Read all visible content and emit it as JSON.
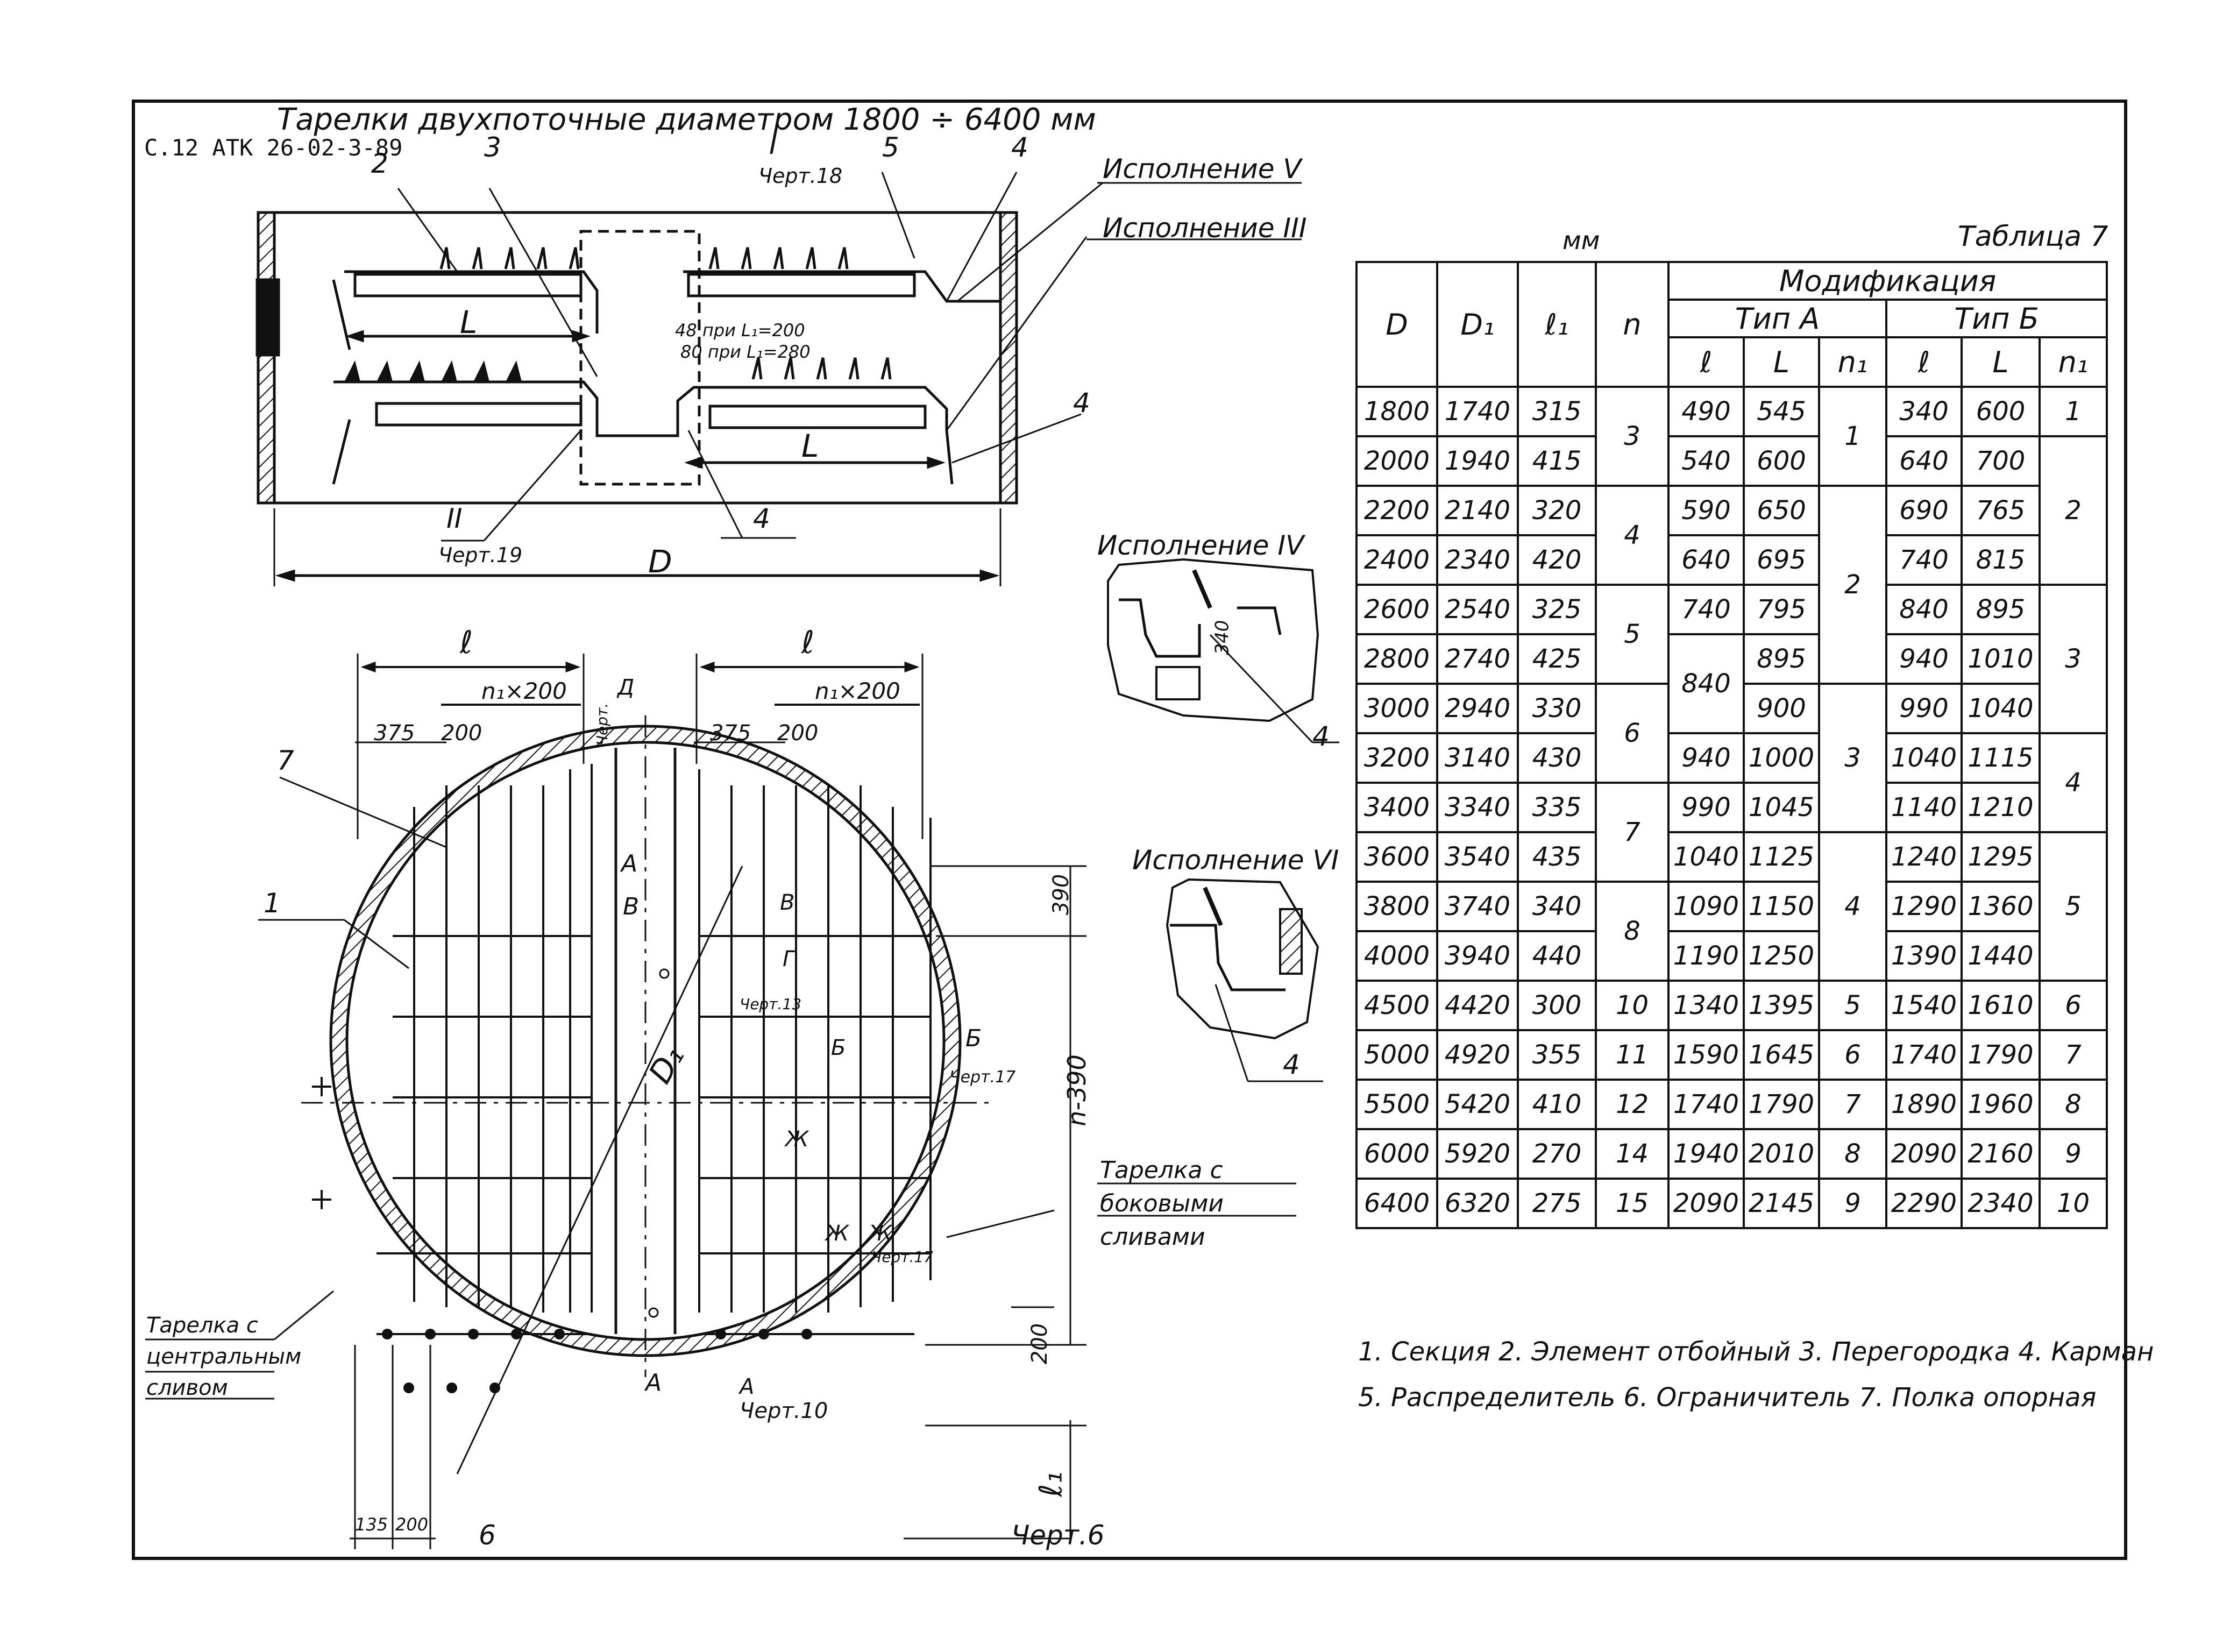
{
  "header": {
    "title": "Тарелки двухпоточные диаметром 1800 ÷ 6400 мм",
    "code": "С.12 АТК 26-02-3-89"
  },
  "drawing": {
    "callouts": {
      "n1": "1",
      "n2": "2",
      "n3": "3",
      "n4a": "4",
      "n4b": "4",
      "n4c": "4",
      "n5": "5",
      "n6": "6",
      "n7": "7",
      "sec_I": "I",
      "sec_I_ref": "Черт.18",
      "sec_II": "II",
      "sec_II_ref": "Черт.19"
    },
    "dims": {
      "L_top": "L",
      "L_bottom": "L",
      "D": "D",
      "D1": "D₁",
      "l_left": "ℓ",
      "l_right": "ℓ",
      "n1x200_left": "n₁×200",
      "n1x200_right": "n₁×200",
      "d375_left": "375",
      "d200_left": "200",
      "d375_right": "375",
      "d200_right": "200",
      "d390": "390",
      "n390": "n-390",
      "d200_v": "200",
      "l1": "ℓ₁",
      "d135": "135",
      "d200_b": "200",
      "d340": "340",
      "note48": "48 при L₁=200",
      "note80": "80 при L₁=280"
    },
    "views": {
      "isp_V": "Исполнение V",
      "isp_III": "Исполнение III",
      "isp_IV": "Исполнение IV",
      "isp_VI": "Исполнение VI",
      "isp_IV_callout": "4",
      "isp_VI_callout": "4"
    },
    "markers": {
      "A_top": "А",
      "B_top": "В",
      "A_bottom": "А",
      "B_cherte": "В",
      "G": "Г",
      "cherte13": "Черт.13",
      "B_mark": "Б",
      "B_cherte17": "Черт.17",
      "Zh": "Ж",
      "ZhD": "Д",
      "A_cherte10_a": "А",
      "A_cherte10_b": "Черт.10",
      "cherte17_b": "Черт.17",
      "D_mark": "Д",
      "cherte_D": "Черт.",
      "zh": "Ж",
      "zh1": "Ж"
    },
    "notes": {
      "tarelka_central": "Тарелка с центральным сливом",
      "tarelka_bokovye": "Тарелка с боковыми сливами",
      "cherte6": "Черт.6"
    }
  },
  "table": {
    "unit": "мм",
    "caption": "Таблица 7",
    "headers": {
      "D": "D",
      "D1": "D₁",
      "l1": "ℓ₁",
      "n": "n",
      "modification": "Модификация",
      "typeA": "Тип А",
      "typeB": "Тип Б",
      "l": "ℓ",
      "L": "L",
      "n1": "n₁"
    },
    "rows": [
      {
        "D": "1800",
        "D1": "1740",
        "l1": "315",
        "lA": "490",
        "LA": "545",
        "lB": "340",
        "LB": "600"
      },
      {
        "D": "2000",
        "D1": "1940",
        "l1": "415",
        "lA": "540",
        "LA": "600",
        "lB": "640",
        "LB": "700"
      },
      {
        "D": "2200",
        "D1": "2140",
        "l1": "320",
        "lA": "590",
        "LA": "650",
        "lB": "690",
        "LB": "765"
      },
      {
        "D": "2400",
        "D1": "2340",
        "l1": "420",
        "lA": "640",
        "LA": "695",
        "lB": "740",
        "LB": "815"
      },
      {
        "D": "2600",
        "D1": "2540",
        "l1": "325",
        "lA": "740",
        "LA": "795",
        "lB": "840",
        "LB": "895"
      },
      {
        "D": "2800",
        "D1": "2740",
        "l1": "425",
        "lA": "",
        "LA": "895",
        "lB": "940",
        "LB": "1010"
      },
      {
        "D": "3000",
        "D1": "2940",
        "l1": "330",
        "lA": "",
        "LA": "900",
        "lB": "990",
        "LB": "1040"
      },
      {
        "D": "3200",
        "D1": "3140",
        "l1": "430",
        "lA": "940",
        "LA": "1000",
        "lB": "1040",
        "LB": "1115"
      },
      {
        "D": "3400",
        "D1": "3340",
        "l1": "335",
        "lA": "990",
        "LA": "1045",
        "lB": "1140",
        "LB": "1210"
      },
      {
        "D": "3600",
        "D1": "3540",
        "l1": "435",
        "lA": "1040",
        "LA": "1125",
        "lB": "1240",
        "LB": "1295"
      },
      {
        "D": "3800",
        "D1": "3740",
        "l1": "340",
        "lA": "1090",
        "LA": "1150",
        "lB": "1290",
        "LB": "1360"
      },
      {
        "D": "4000",
        "D1": "3940",
        "l1": "440",
        "lA": "1190",
        "LA": "1250",
        "lB": "1390",
        "LB": "1440"
      },
      {
        "D": "4500",
        "D1": "4420",
        "l1": "300",
        "n": "10",
        "lA": "1340",
        "LA": "1395",
        "n1A": "5",
        "lB": "1540",
        "LB": "1610",
        "n1B": "6"
      },
      {
        "D": "5000",
        "D1": "4920",
        "l1": "355",
        "n": "11",
        "lA": "1590",
        "LA": "1645",
        "n1A": "6",
        "lB": "1740",
        "LB": "1790",
        "n1B": "7"
      },
      {
        "D": "5500",
        "D1": "5420",
        "l1": "410",
        "n": "12",
        "lA": "1740",
        "LA": "1790",
        "n1A": "7",
        "lB": "1890",
        "LB": "1960",
        "n1B": "8"
      },
      {
        "D": "6000",
        "D1": "5920",
        "l1": "270",
        "n": "14",
        "lA": "1940",
        "LA": "2010",
        "n1A": "8",
        "lB": "2090",
        "LB": "2160",
        "n1B": "9"
      },
      {
        "D": "6400",
        "D1": "6320",
        "l1": "275",
        "n": "15",
        "lA": "2090",
        "LA": "2145",
        "n1A": "9",
        "lB": "2290",
        "LB": "2340",
        "n1B": "10"
      }
    ],
    "merged": {
      "n_3": "3",
      "n_4": "4",
      "n_5": "5",
      "n_6": "6",
      "n_7": "7",
      "n_8": "8",
      "lA_840": "840",
      "n1A_1": "1",
      "n1A_2": "2",
      "n1A_3": "3",
      "n1A_4": "4",
      "n1B_1": "1",
      "n1B_2": "2",
      "n1B_3": "3",
      "n1B_4": "4",
      "n1B_5": "5"
    }
  },
  "legend": {
    "line1": "1. Секция  2. Элемент отбойный 3. Перегородка 4. Карман",
    "line2": "5. Распределитель  6. Ограничитель  7. Полка опорная"
  }
}
